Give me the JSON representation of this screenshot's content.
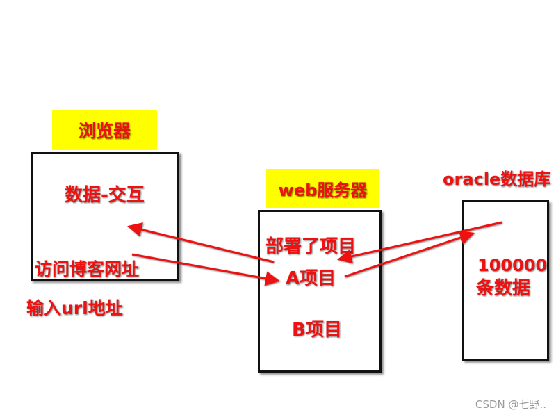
{
  "browser": {
    "tag": "浏览器",
    "interaction": "数据-交互",
    "visit": "访问博客网址",
    "input_url": "输入url地址"
  },
  "web_server": {
    "tag": "web服务器",
    "deployed": "部署了项目",
    "project_a": "A项目",
    "project_b": "B项目"
  },
  "database": {
    "tag": "oracle数据库",
    "records_count": "100000",
    "records_label": "条数据"
  },
  "watermark": "CSDN @七野..",
  "colors": {
    "accent": "#ee1111",
    "highlight": "#ffff00",
    "border": "#111111"
  }
}
